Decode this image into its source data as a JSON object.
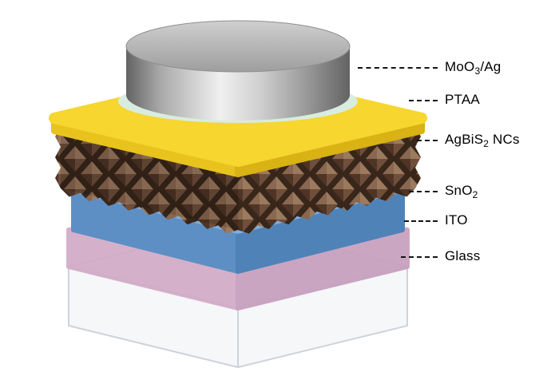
{
  "figure": {
    "background": "#ffffff",
    "leader_color": "#141414"
  },
  "labels": [
    {
      "pre": "MoO",
      "sub": "3",
      "post": "/Ag"
    },
    {
      "pre": "PTAA",
      "sub": "",
      "post": ""
    },
    {
      "pre": "AgBiS",
      "sub": "2",
      "post": " NCs"
    },
    {
      "pre": "SnO",
      "sub": "2",
      "post": ""
    },
    {
      "pre": "ITO",
      "sub": "",
      "post": ""
    },
    {
      "pre": "Glass",
      "sub": "",
      "post": ""
    }
  ],
  "layers": {
    "moo3_ag": {
      "edge": "#636363",
      "mid": "#a8a8a8",
      "highlight": "#f0f0f0",
      "mid2": "#9b9b9b",
      "top_light": "#cfcfcf",
      "top_dark": "#9e9e9e",
      "top_stroke": "#8f8f8f"
    },
    "ptaa": {
      "top": "#f6d62f",
      "front_left": "#e8c31e",
      "front_right": "#d9b214",
      "ring": "#d8ecdf"
    },
    "agbis2_ncs": {
      "base": "#38261a",
      "facet_top_left": "#8a6750",
      "facet_top_right": "#9b7a5d",
      "facet_bottom_left": "#4f3526",
      "facet_bottom_right": "#6f4f3b",
      "shade": "#000000"
    },
    "sno2": {
      "top": "#82aed8",
      "front_left": "#5d8fc4",
      "front_right": "#4f83b8"
    },
    "ito": {
      "top": "#dfc3d7",
      "front_left": "#d2aac7",
      "front_right": "#c79fbe"
    },
    "glass": {
      "fill": "#e9ecef",
      "edge": "#c2c9d1"
    }
  }
}
